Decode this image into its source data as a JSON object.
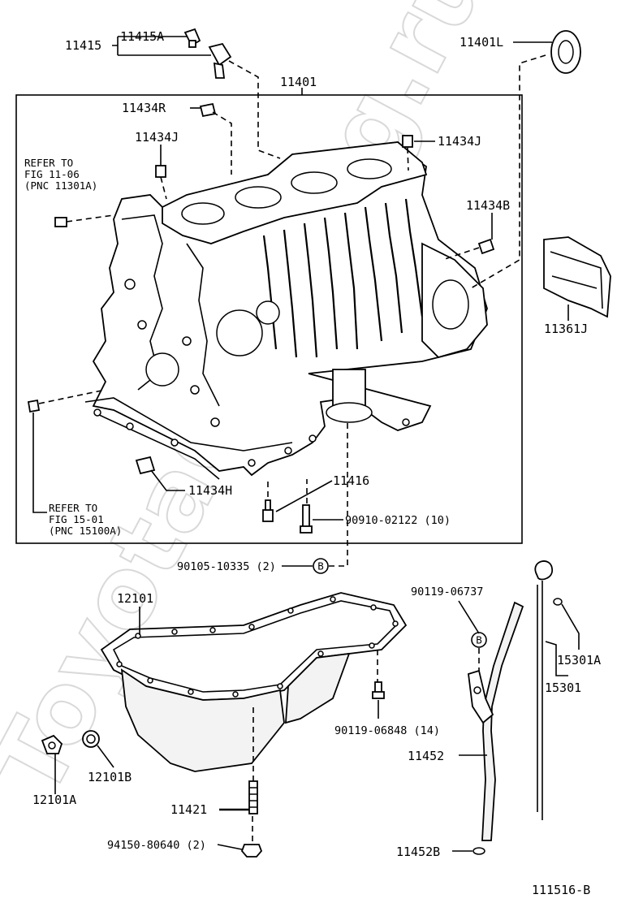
{
  "labels": {
    "p11415": "11415",
    "p11415a": "11415A",
    "p11401": "11401",
    "p11401l": "11401L",
    "p11434r": "11434R",
    "p11434j_left": "11434J",
    "p11434j_right": "11434J",
    "p11434b": "11434B",
    "p11361j": "11361J",
    "p11434h": "11434H",
    "p11416": "11416",
    "p90910": "90910-02122 (10)",
    "p90105": "90105-10335 (2)",
    "p12101": "12101",
    "p90119_06737": "90119-06737",
    "p15301a": "15301A",
    "p15301": "15301",
    "p90119_06848": "90119-06848 (14)",
    "p12101b": "12101B",
    "p11452": "11452",
    "p12101a": "12101A",
    "p11421": "11421",
    "p94150": "94150-80640 (2)",
    "p11452b": "11452B",
    "diagram_code": "111516-B"
  },
  "refer_top": {
    "line1": "REFER TO",
    "line2": "FIG 11-06",
    "line3": "(PNC 11301A)"
  },
  "refer_bottom": {
    "line1": "REFER TO",
    "line2": "FIG 15-01",
    "line3": "(PNC 15100A)"
  },
  "markers": {
    "b_upper": "B",
    "b_lower": "B"
  },
  "watermark": "ToyotaCatalog.ru"
}
